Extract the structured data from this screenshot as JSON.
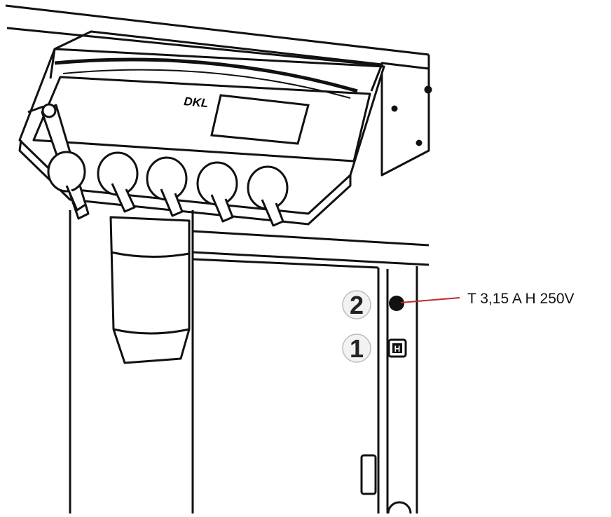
{
  "unit_logo": "DKL",
  "callouts": [
    {
      "number": "1",
      "target": "power-switch"
    },
    {
      "number": "2",
      "target": "fuse-holder"
    }
  ],
  "fuse_spec": "T 3,15 A H 250V",
  "switch_symbol": "H",
  "colors": {
    "line": "#111111",
    "leader": "#c0272d",
    "badge_fill": "#f2f2f2",
    "badge_stroke": "#bdbdbd"
  }
}
